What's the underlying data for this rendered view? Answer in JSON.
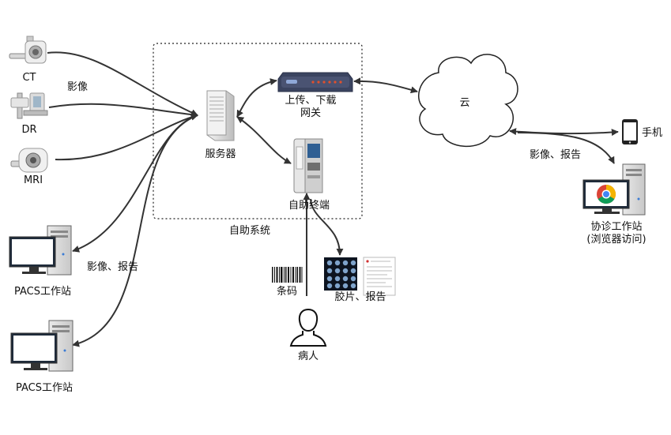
{
  "modalities": {
    "ct": "CT",
    "dr": "DR",
    "mri": "MRI"
  },
  "edge_labels": {
    "images": "影像",
    "images_reports_left": "影像、报告",
    "images_reports_right": "影像、报告"
  },
  "system": {
    "server": "服务器",
    "gateway_line1": "上传、下载",
    "gateway_line2": "网关",
    "kiosk": "自助终端",
    "group": "自助系统"
  },
  "cloud": "云",
  "phone": "手机",
  "consult": {
    "line1": "协诊工作站",
    "line2": "(浏览器访问)"
  },
  "pacs": {
    "top": "PACS工作站",
    "bottom": "PACS工作站"
  },
  "patient": {
    "barcode": "条码",
    "films_reports": "胶片、报告",
    "person": "病人"
  },
  "colors": {
    "line": "#333333",
    "gateway": "#3b4460",
    "gateway_led": "#e2502c",
    "chrome_blue": "#4285f4"
  }
}
